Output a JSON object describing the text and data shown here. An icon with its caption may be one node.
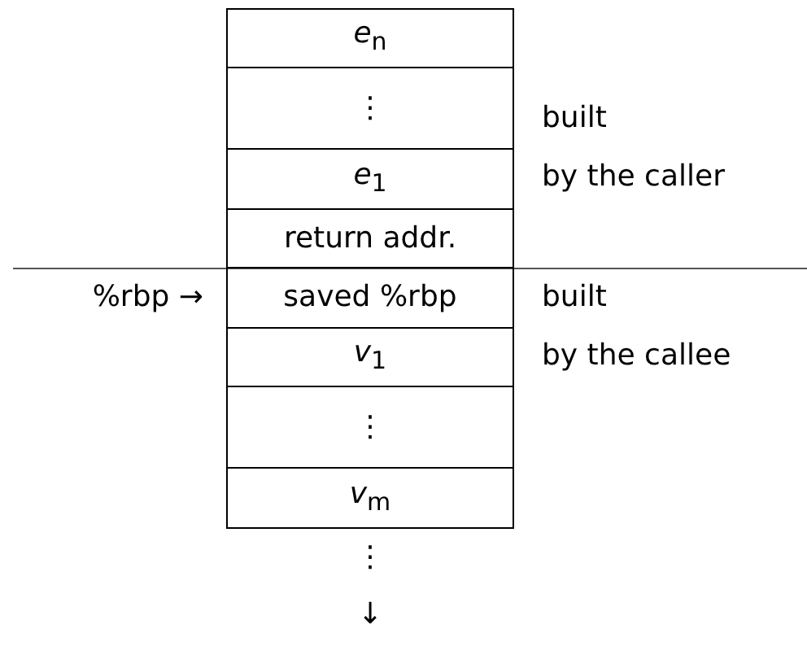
{
  "diagram": {
    "nodes": [
      {
        "text": [
          "*e*$_{n}$"
        ]
      },
      {
        "text": [
          "⋮"
        ]
      },
      {
        "text": [
          "*e*$_{1}$"
        ]
      },
      {
        "text": [
          "return addr."
        ]
      },
      {
        "text": [
          "saved %rbp"
        ]
      },
      {
        "text": [
          "*v*$_{1}$"
        ]
      },
      {
        "text": [
          "⋮"
        ]
      },
      {
        "text": [
          "*v*$_{m}$"
        ]
      }
    ],
    "edges": [],
    "labels": [
      "built by the caller",
      "%rbp →",
      "built by the callee",
      "⋮",
      "↓"
    ]
  }
}
